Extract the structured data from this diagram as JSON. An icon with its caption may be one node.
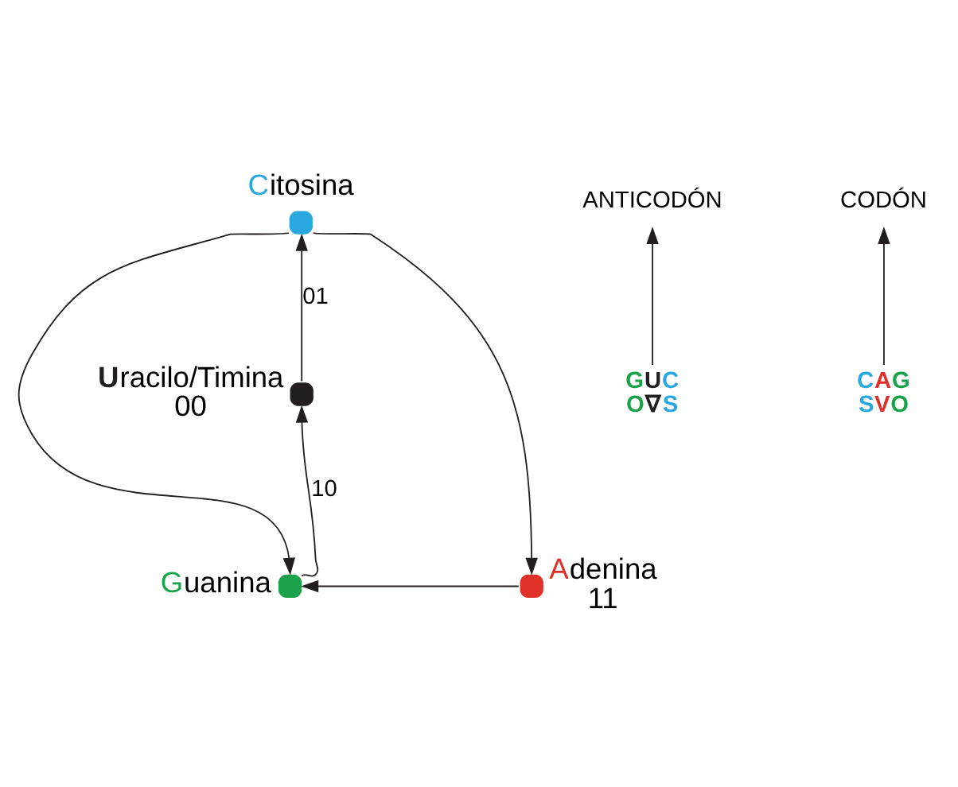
{
  "diagram": {
    "nodes": [
      {
        "text": [
          "Citosina"
        ]
      },
      {
        "text": [
          "ANTICODÓN"
        ]
      },
      {
        "text": [
          "CODÓN"
        ]
      },
      {
        "text": [
          "GUC O∇S"
        ]
      },
      {
        "text": [
          "CAG SVO"
        ]
      },
      {
        "text": [
          "Uracilo/Timina"
        ],
        "beside": [
          "00"
        ]
      },
      {
        "text": [
          "Guanina"
        ]
      },
      {
        "text": [
          "Adenina"
        ],
        "beside": [
          "11"
        ]
      }
    ],
    "edges": [
      {
        "from": 5,
        "to": 0,
        "arrow": "to",
        "label": "01"
      },
      {
        "from": 0,
        "to": 6,
        "arrow": "to"
      },
      {
        "from": 0,
        "to": 7,
        "arrow": "to"
      },
      {
        "from": 7,
        "to": 6,
        "arrow": "to"
      },
      {
        "from": 6,
        "to": 5,
        "arrow": "to",
        "label": "10"
      },
      {
        "from": 3,
        "to": 1,
        "arrow": "to"
      },
      {
        "from": 4,
        "to": 2,
        "arrow": "to"
      }
    ]
  }
}
